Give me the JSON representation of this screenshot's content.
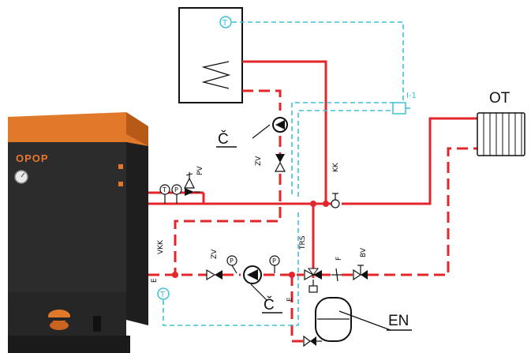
{
  "boiler": {
    "brand": "OPOP"
  },
  "labels": {
    "ot": "OT",
    "en": "EN",
    "c_top": "Č",
    "c_bottom": "Č",
    "zv_top": "ZV",
    "zv_bottom": "ZV",
    "pv": "PV",
    "kk": "KK",
    "vkk": "VKK",
    "trs": "TRS",
    "f": "F",
    "bv": "BV",
    "e_left": "E",
    "e_right": "E",
    "i1": "I-1",
    "t_gauge": "T",
    "p_gauge": "P"
  },
  "colors": {
    "supply": "#e3262b",
    "return": "#e3262b",
    "control": "#3cc3d6",
    "boiler_body": "#2c2c2c",
    "boiler_top": "#e07a2a"
  }
}
